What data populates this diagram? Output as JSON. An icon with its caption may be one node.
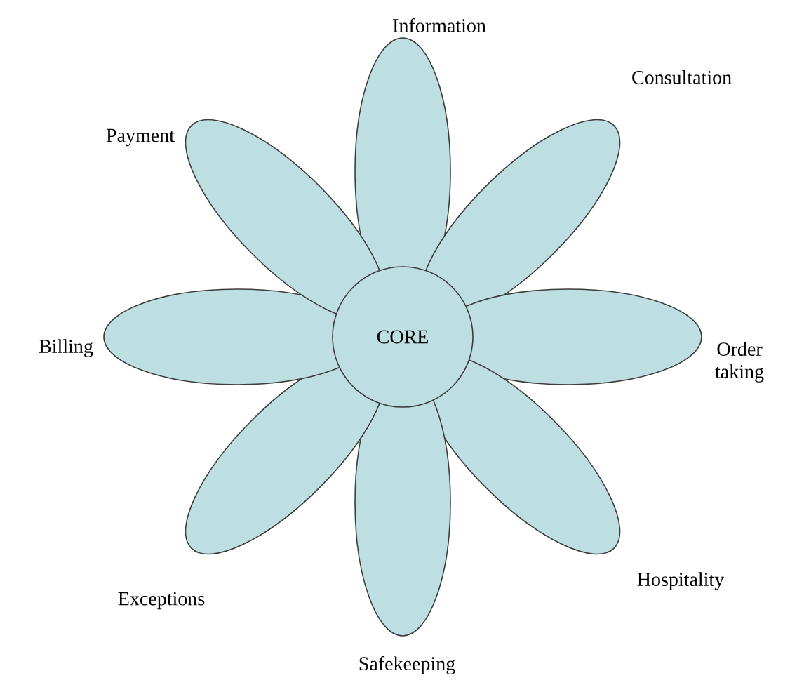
{
  "diagram": {
    "nodes": [
      {
        "text": [
          "CORE"
        ]
      }
    ],
    "labels": [
      "Information",
      "Consultation",
      "Order taking",
      "Hospitality",
      "Safekeeping",
      "Exceptions",
      "Billing",
      "Payment"
    ]
  }
}
